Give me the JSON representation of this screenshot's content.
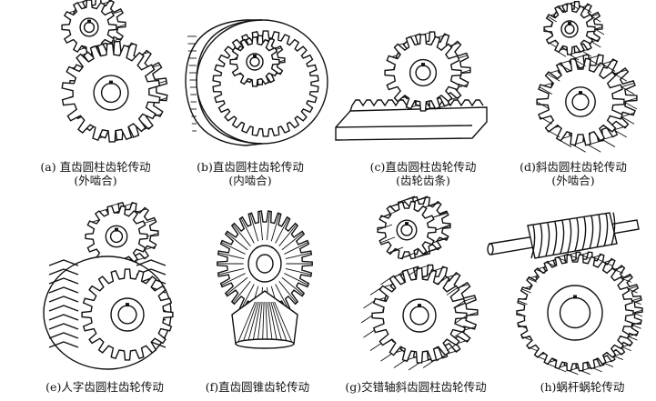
{
  "figures": [
    {
      "id": "a",
      "caption": "(a) 直齿圆柱齿轮传动",
      "sub": "(外啮合)"
    },
    {
      "id": "b",
      "caption": "(b)直齿圆柱齿轮传动",
      "sub": "(内啮合)"
    },
    {
      "id": "c",
      "caption": "(c)直齿圆柱齿轮传动",
      "sub": "(齿轮齿条)"
    },
    {
      "id": "d",
      "caption": "(d)斜齿圆柱齿轮传动",
      "sub": "(外啮合)"
    },
    {
      "id": "e",
      "caption": "(e)人字齿圆柱齿轮传动",
      "sub": ""
    },
    {
      "id": "f",
      "caption": "(f)直齿圆锥齿轮传动",
      "sub": ""
    },
    {
      "id": "g",
      "caption": "(g)交错轴斜齿圆柱齿轮传动",
      "sub": ""
    },
    {
      "id": "h",
      "caption": "(h)蜗杆蜗轮传动",
      "sub": ""
    }
  ]
}
